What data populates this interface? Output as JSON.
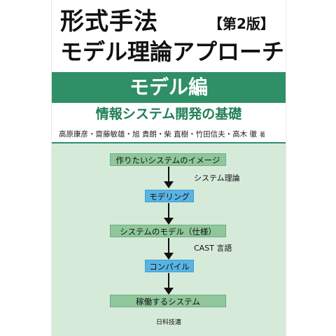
{
  "cover": {
    "title_line1": "形式手法",
    "edition": "【第2版】",
    "title_line2": "モデル理論アプローチ",
    "band_title": "モデル編",
    "subtitle": "情報システム開発の基礎",
    "authors": "高原康彦・齋藤敏雄・旭 貴朗・柴 直樹・竹田信夫・高木 徹",
    "authors_role": "著",
    "publisher": "日科技連"
  },
  "diagram": {
    "steps": [
      "作りたいシステムのイメージ",
      "モデリング",
      "システムのモデル（仕様）",
      "コンパイル",
      "稼働するシステム"
    ],
    "labels": [
      "システム理論",
      "CAST 言語"
    ]
  },
  "colors": {
    "band": "#2f8f66",
    "subtitle": "#1f7f57",
    "diagram_bg": "#d6eada",
    "step_green": "#8fc79a",
    "step_blue": "#58b4e3"
  }
}
